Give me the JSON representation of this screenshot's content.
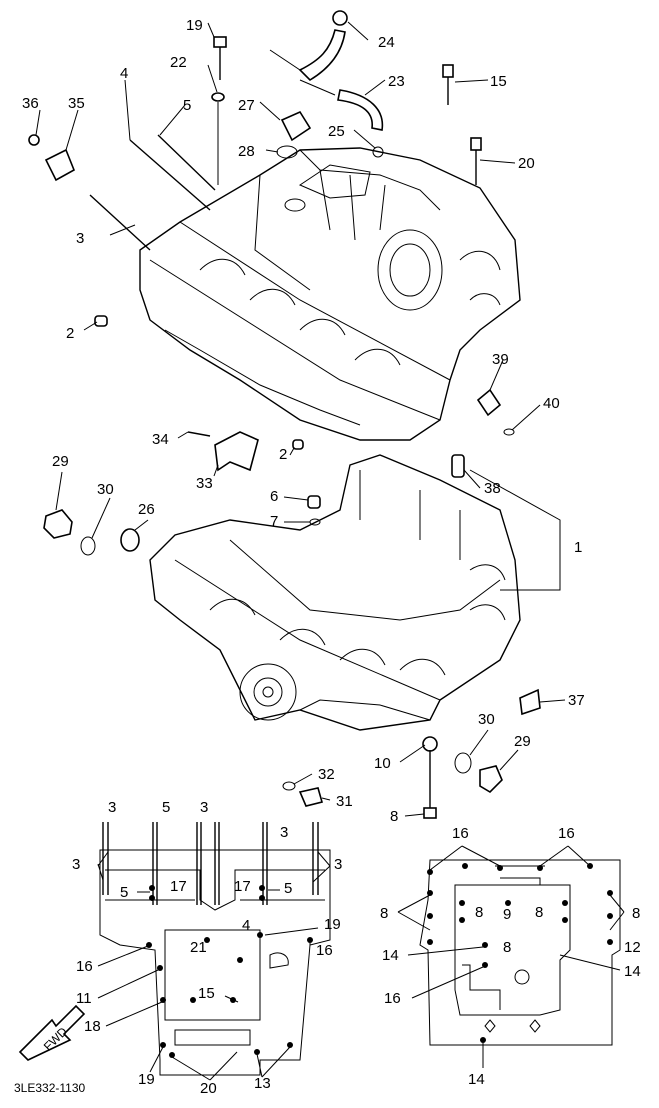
{
  "figure_code": "3LE332-1130",
  "fwd_label": "FWD",
  "callouts": {
    "c1": "1",
    "c2a": "2",
    "c2b": "2",
    "c3": "3",
    "c4": "4",
    "c5": "5",
    "c6": "6",
    "c7": "7",
    "c8": "8",
    "c10": "10",
    "c15": "15",
    "c19": "19",
    "c20": "20",
    "c22": "22",
    "c23": "23",
    "c24": "24",
    "c25": "25",
    "c26": "26",
    "c27": "27",
    "c28": "28",
    "c29a": "29",
    "c29b": "29",
    "c30a": "30",
    "c30b": "30",
    "c31": "31",
    "c32": "32",
    "c33": "33",
    "c34": "34",
    "c35": "35",
    "c36": "36",
    "c37": "37",
    "c38": "38",
    "c39": "39",
    "c40": "40"
  },
  "upper_view": {
    "l3a": "3",
    "l5a": "5",
    "l3b": "3",
    "l3c": "3",
    "l3d": "3",
    "l3e": "3",
    "l5b": "5",
    "l17a": "17",
    "l17b": "17",
    "l5c": "5",
    "l4": "4",
    "l19": "19",
    "l16a": "16",
    "l16b": "16",
    "l21": "21",
    "l11": "11",
    "l15": "15",
    "l18": "18",
    "l19b": "19",
    "l20": "20",
    "l13": "13"
  },
  "lower_view": {
    "l16a": "16",
    "l16b": "16",
    "l8a": "8",
    "l8b": "8",
    "l9": "9",
    "l8c": "8",
    "l8d": "8",
    "l14a": "14",
    "l8e": "8",
    "l12": "12",
    "l14b": "14",
    "l16c": "16",
    "l14c": "14"
  }
}
